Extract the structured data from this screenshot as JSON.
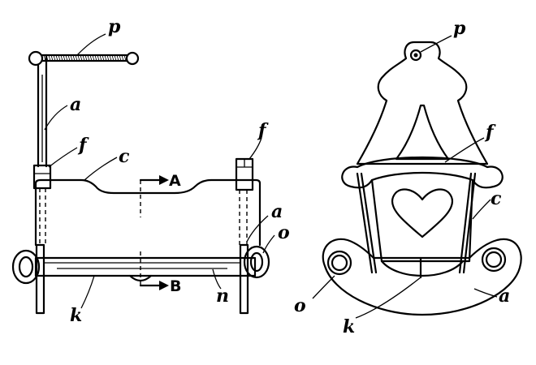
{
  "left_view": {
    "labels": {
      "p": "p",
      "a_upper": "a",
      "f_left": "f",
      "c": "c",
      "section_a": "A",
      "f_right": "f",
      "a_right": "a",
      "o_right": "o",
      "k": "k",
      "n": "n",
      "section_b": "B"
    }
  },
  "right_view": {
    "labels": {
      "p": "p",
      "f": "f",
      "c": "c",
      "o": "o",
      "k": "k",
      "a": "a"
    },
    "icons": [
      "heart-icon"
    ]
  }
}
